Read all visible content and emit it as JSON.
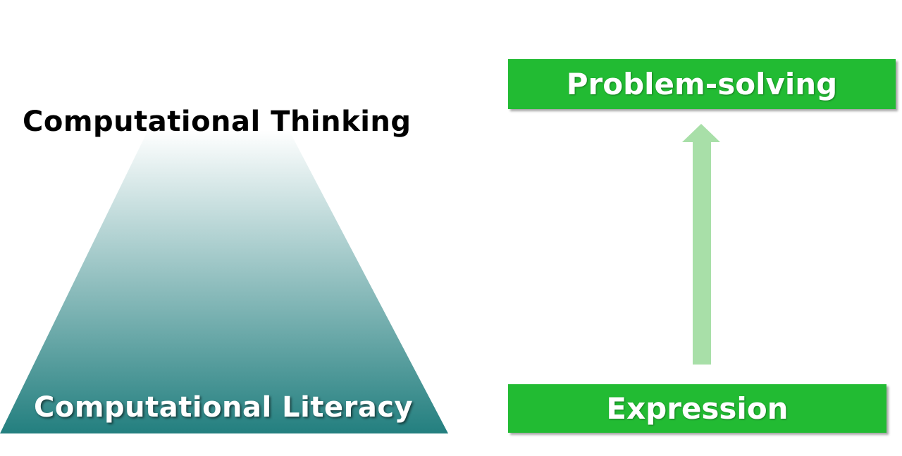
{
  "pyramid": {
    "top_label": "Computational Thinking",
    "base_label": "Computational Literacy",
    "gradient_top_color": "#ffffff",
    "gradient_bottom_color": "#237f7f"
  },
  "flow": {
    "top_box_label": "Problem-solving",
    "bottom_box_label": "Expression",
    "box_color": "#22bb33",
    "arrow_color": "#a8dfa8",
    "arrow_direction": "up"
  }
}
